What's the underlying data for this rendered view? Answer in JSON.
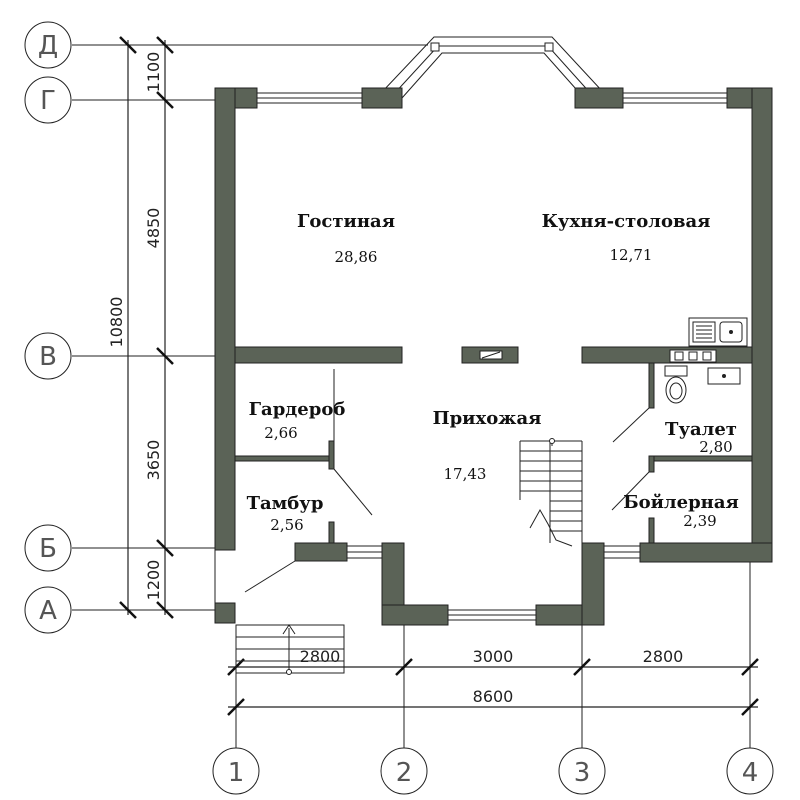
{
  "axes": {
    "rows": [
      "Д",
      "Г",
      "В",
      "Б",
      "А"
    ],
    "columns": [
      "1",
      "2",
      "3",
      "4"
    ]
  },
  "dimensions": {
    "vertical_total": "10800",
    "vertical_segments": [
      "1100",
      "4850",
      "3650",
      "1200"
    ],
    "horizontal_segments": [
      "2800",
      "3000",
      "2800"
    ],
    "horizontal_total": "8600"
  },
  "rooms": {
    "living": {
      "name": "Гостиная",
      "area": "28,86"
    },
    "kitchen": {
      "name": "Кухня-столовая",
      "area": "12,71"
    },
    "wardrobe": {
      "name": "Гардероб",
      "area": "2,66"
    },
    "hall": {
      "name": "Прихожая",
      "area": "17,43"
    },
    "toilet": {
      "name": "Туалет",
      "area": "2,80"
    },
    "vestibule": {
      "name": "Тамбур",
      "area": "2,56"
    },
    "boiler": {
      "name": "Бойлерная",
      "area": "2,39"
    }
  },
  "colors": {
    "wall": "#5b6357",
    "line": "#222222",
    "axis_label": "#555555"
  }
}
